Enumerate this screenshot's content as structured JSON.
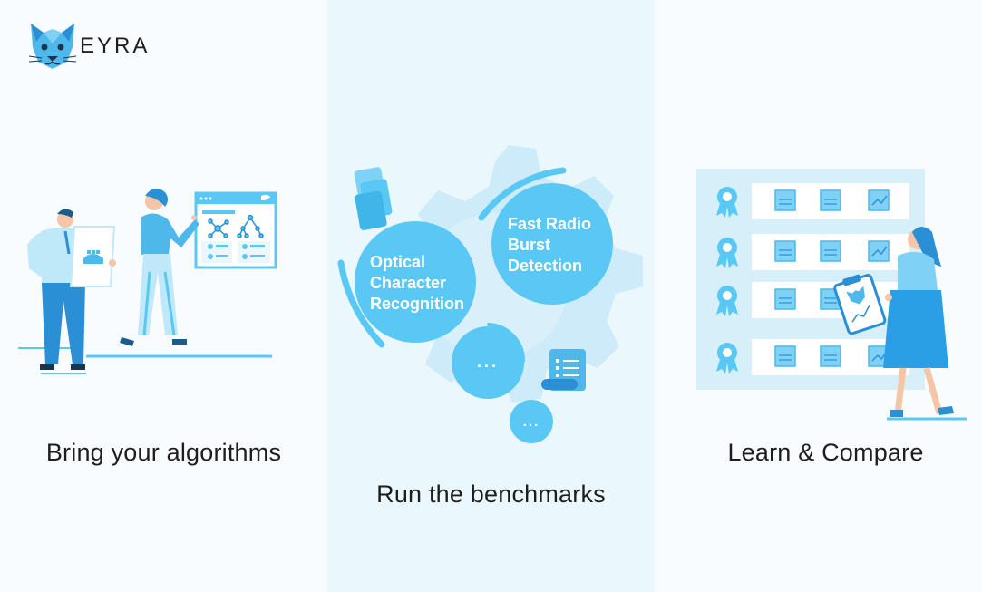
{
  "brand": {
    "name": "EYRA",
    "icon": "cat-head-icon"
  },
  "panels": [
    {
      "caption": "Bring your algorithms"
    },
    {
      "caption": "Run the benchmarks",
      "bubbles": [
        {
          "lines": [
            "Optical",
            "Character",
            "Recognition"
          ]
        },
        {
          "lines": [
            "Fast Radio",
            "Burst",
            "Detection"
          ]
        },
        {
          "text": "..."
        },
        {
          "text": "..."
        }
      ]
    },
    {
      "caption": "Learn & Compare"
    }
  ],
  "colors": {
    "primary": "#5ac8f5",
    "light": "#bfe8f8",
    "dark": "#2b8fd6",
    "panel_mid": "#eaf7fc",
    "background": "#f8fcfe"
  }
}
